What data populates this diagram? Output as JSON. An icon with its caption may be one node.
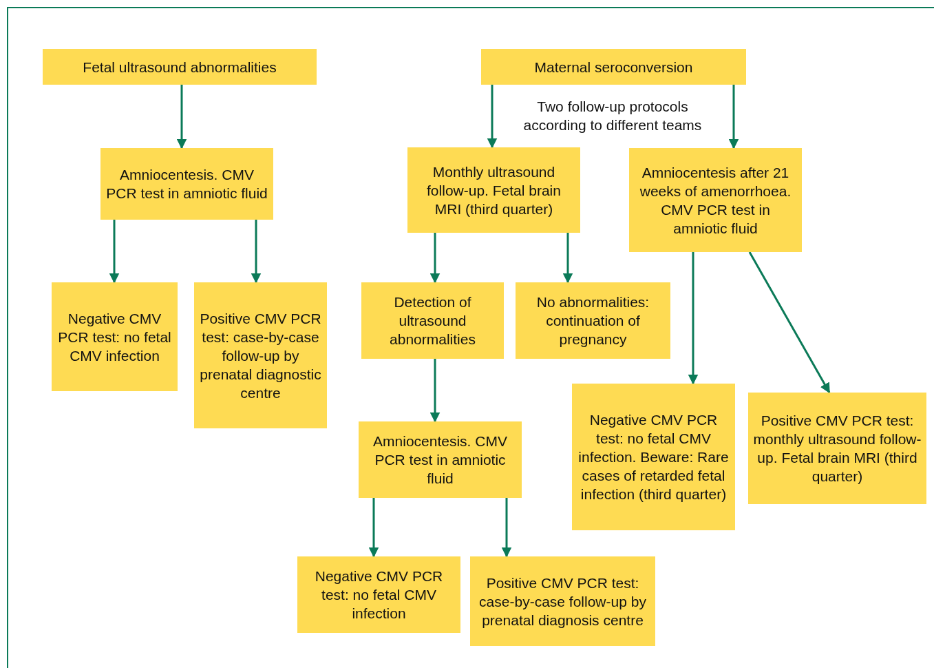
{
  "diagram": {
    "nodes": [
      {
        "text": [
          "Fetal ultrasound abnormalities"
        ]
      },
      {
        "text": [
          "Amniocentesis. CMV PCR test in amniotic fluid"
        ]
      },
      {
        "text": [
          "Negative CMV PCR test: no fetal CMV infection"
        ]
      },
      {
        "text": [
          "Positive CMV PCR test: case-by-case follow-up by prenatal diagnostic centre"
        ]
      },
      {
        "text": [
          "Maternal seroconversion"
        ]
      },
      {
        "text": [
          "Monthly ultrasound follow-up. Fetal brain MRI (third quarter)"
        ]
      },
      {
        "text": [
          "Amniocentesis after 21 weeks of amenorrhoea. CMV PCR test in amniotic fluid"
        ]
      },
      {
        "text": [
          "Detection of ultrasound abnormalities"
        ]
      },
      {
        "text": [
          "No abnormalities: continuation of pregnancy"
        ]
      },
      {
        "text": [
          "Amniocentesis. CMV PCR test in amniotic fluid"
        ]
      },
      {
        "text": [
          "Negative CMV PCR test: no fetal CMV infection"
        ]
      },
      {
        "text": [
          "Positive CMV PCR test: case-by-case follow-up by prenatal diagnosis centre"
        ]
      },
      {
        "text": [
          "Negative CMV PCR test: no fetal CMV infection. Beware: Rare cases of retarded fetal infection (third quarter)"
        ]
      },
      {
        "text": [
          "Positive CMV PCR test: monthly ultrasound follow-up. Fetal brain MRI (third quarter)"
        ]
      }
    ],
    "edges": [
      {
        "from": 0,
        "to": 1,
        "arrow": "to"
      },
      {
        "from": 1,
        "to": 2,
        "arrow": "to"
      },
      {
        "from": 1,
        "to": 3,
        "arrow": "to"
      },
      {
        "from": 4,
        "to": 5,
        "arrow": "to"
      },
      {
        "from": 4,
        "to": 6,
        "arrow": "to"
      },
      {
        "from": 5,
        "to": 7,
        "arrow": "to"
      },
      {
        "from": 5,
        "to": 8,
        "arrow": "to"
      },
      {
        "from": 7,
        "to": 9,
        "arrow": "to"
      },
      {
        "from": 9,
        "to": 10,
        "arrow": "to"
      },
      {
        "from": 9,
        "to": 11,
        "arrow": "to"
      },
      {
        "from": 6,
        "to": 12,
        "arrow": "to"
      },
      {
        "from": 6,
        "to": 13,
        "arrow": "to"
      }
    ],
    "labels": [
      "Two follow-up protocols according to different teams"
    ]
  }
}
